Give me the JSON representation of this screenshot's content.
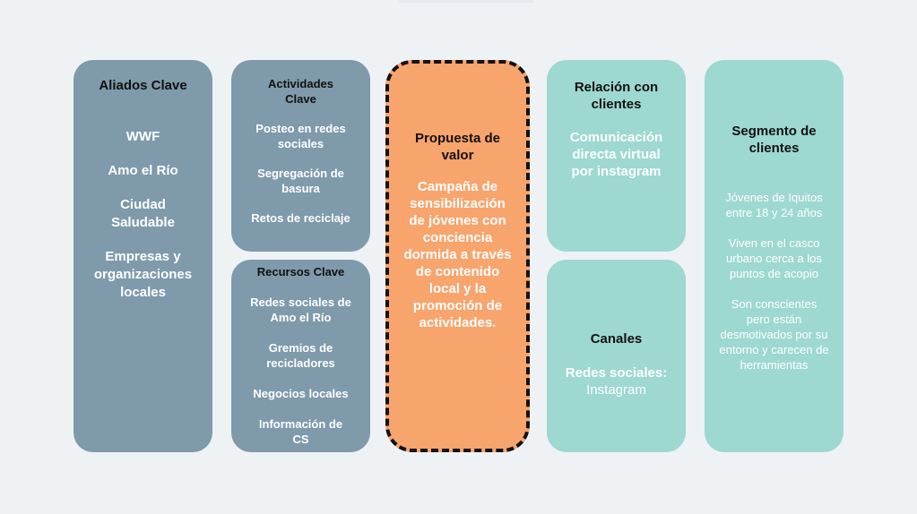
{
  "aliados": {
    "title": "Aliados Clave",
    "items": [
      "WWF",
      "Amo el Río",
      "Ciudad Saludable",
      "Empresas y organizaciones locales"
    ]
  },
  "actividades": {
    "title": "Actividades Clave",
    "items": [
      "Posteo en redes sociales",
      "Segregación de basura",
      "Retos de reciclaje"
    ]
  },
  "recursos": {
    "title": "Recursos Clave",
    "items": [
      "Redes sociales de Amo el Río",
      "Gremios de recicladores",
      "Negocios locales",
      "Información de CS"
    ]
  },
  "propuesta": {
    "title": "Propuesta de valor",
    "text": "Campaña de sensibilización de jóvenes con conciencia dormida a través de contenido local y la promoción de actividades."
  },
  "relacion": {
    "title": "Relación con clientes",
    "text": "Comunicación directa virtual por instagram"
  },
  "canales": {
    "title": "Canales",
    "label": "Redes sociales:",
    "value": "Instagram"
  },
  "segmento": {
    "title": "Segmento de clientes",
    "items": [
      "Jóvenes de Iquitos entre 18 y 24 años",
      "Viven en el casco urbano cerca a los puntos de acopio",
      "Son conscientes pero están desmotivados por su entorno y carecen de herramientas"
    ]
  }
}
